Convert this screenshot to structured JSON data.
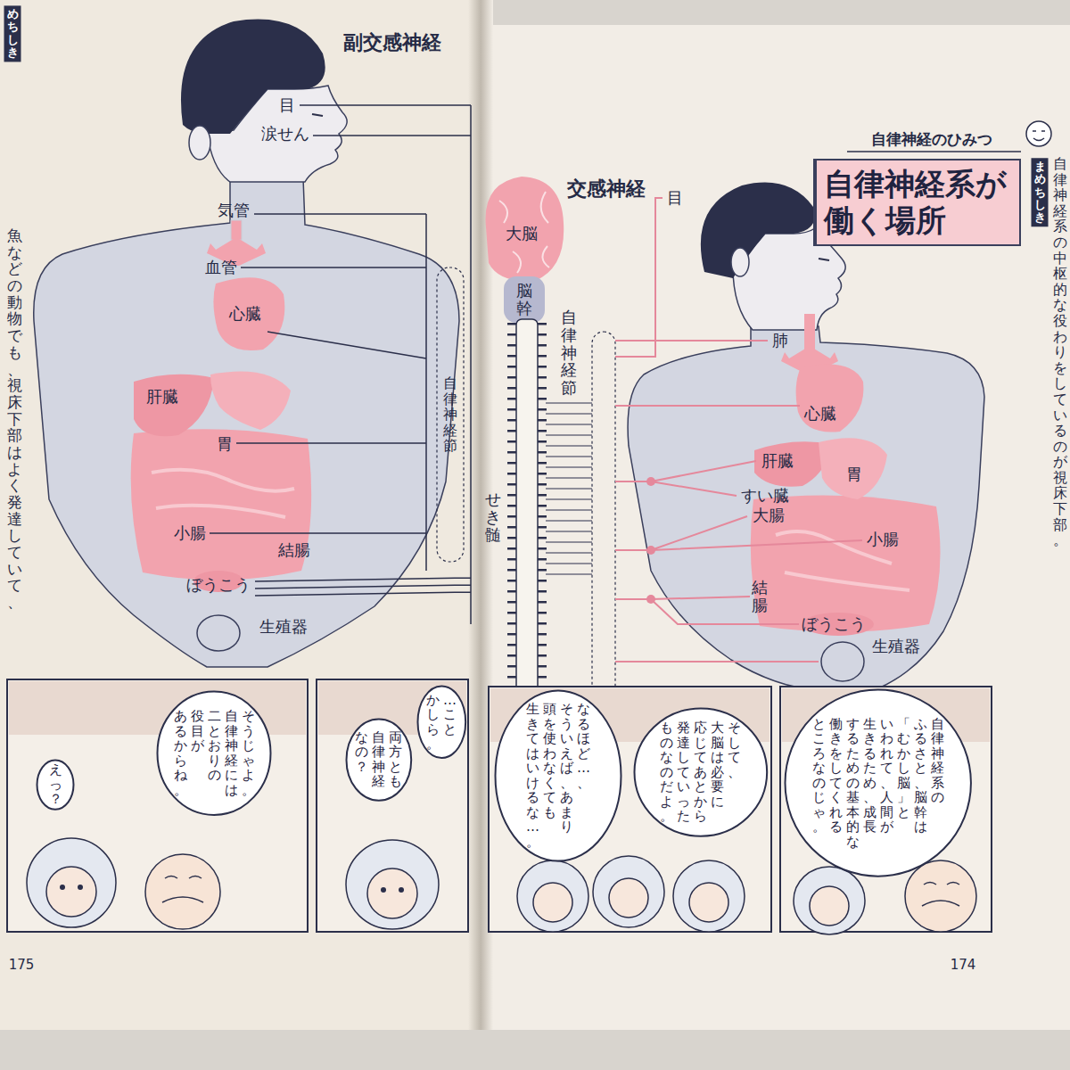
{
  "diagram": {
    "title": "自律神経系が働く場所",
    "nodes": [
      {
        "text": [
          "自律神経系のふるさと、脳幹は「むかし脳」といわれて、人間が生きるため、成長するための基本的な働きをしてくれるところなのじゃ。"
        ]
      },
      {
        "text": [
          "そして、大脳は必要に応じてあとから発達していったものなのだよ。"
        ]
      },
      {
        "text": [
          "なるほど…、そういえば、あまり頭を使わなくても生きてはいけるな…。"
        ]
      },
      {
        "text": [
          "…ことかしら。"
        ]
      },
      {
        "text": [
          "両方とも自律神経なの？"
        ]
      },
      {
        "text": [
          "そうじゃよ。自律神経には二とおりの役目があるからね。"
        ]
      },
      {
        "text": [
          "えっ？"
        ]
      }
    ],
    "labels": [
      "自律神経のひみつ",
      "まめちしき",
      "自律神経系の中枢的な役わりをしているのが視床下部。",
      "交感神経",
      "大脳",
      "脳幹",
      "自律神経節",
      "せき髄",
      "目",
      "肺",
      "心臓",
      "肝臓",
      "すい臓",
      "胃",
      "大腸",
      "小腸",
      "結腸",
      "ぼうこう",
      "生殖器",
      "174",
      "めちしき",
      "魚などの動物でも、視床下部はよく発達していて、",
      "副交感神経",
      "目",
      "涙せん",
      "気管",
      "血管",
      "心臓",
      "肝臓",
      "胃",
      "自律神経節",
      "小腸",
      "結腸",
      "ぼうこう",
      "生殖器",
      "175"
    ]
  }
}
